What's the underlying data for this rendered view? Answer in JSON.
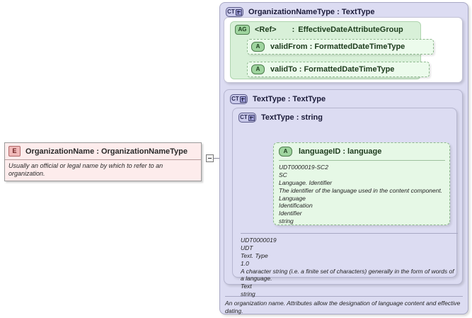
{
  "element": {
    "icon": "element-icon",
    "icon_label": "E",
    "title": "OrganizationName : OrganizationNameType",
    "documentation": "Usually an official or legal name by which to refer to an organization.",
    "toggle": "collapse-toggle"
  },
  "outer_type": {
    "icon_label": "CT",
    "title": "OrganizationNameType : TextType",
    "documentation": "An organization name. Attributes allow the designation of language content and effective dating."
  },
  "attribute_group": {
    "icon_label": "AG",
    "ref": "<Ref>",
    "colon": ":",
    "name": "EffectiveDateAttributeGroup",
    "attributes": [
      {
        "icon_label": "A",
        "label": "validFrom : FormattedDateTimeType"
      },
      {
        "icon_label": "A",
        "label": "validTo   : FormattedDateTimeType"
      }
    ]
  },
  "text_type": {
    "icon_label": "CT",
    "title": "TextType : TextType",
    "documentation": "UDT0000019\nUDT\nText. Type\n1.0\nA character string (i.e. a finite set of characters) generally in the form of words of a language.\nText\nstring"
  },
  "text_type_string": {
    "icon_label": "CT",
    "title": "TextType : string"
  },
  "language_attribute": {
    "icon_label": "A",
    "title": "languageID : language",
    "documentation": "UDT0000019-SC2\nSC\nLanguage. Identifier\nThe identifier of the language used in the content component.\nLanguage\nIdentification\nIdentifier\nstring"
  },
  "colors": {
    "element_fill": "#fdecec",
    "type_fill": "#dcdcf2",
    "attribute_fill": "#e6f8e6",
    "group_fill": "#d8f0d8",
    "connector": "#8a8a9c"
  }
}
